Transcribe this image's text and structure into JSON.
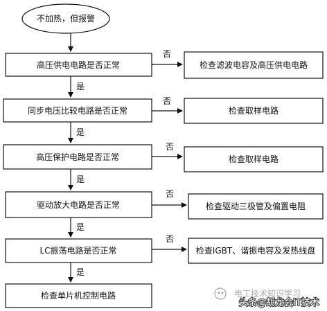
{
  "start": {
    "label": "不加热，但报警"
  },
  "checks": [
    {
      "label": "高压供电电路是否正常",
      "no_label": "否",
      "fix_label": "检查滤波电容及高压供电电路",
      "yes_label": "是"
    },
    {
      "label": "同步电压比较电路是否正常",
      "no_label": "否",
      "fix_label": "检查取样电路",
      "yes_label": "是"
    },
    {
      "label": "高压保护电路是否正常",
      "no_label": "否",
      "fix_label": "检查取样电路",
      "yes_label": "是"
    },
    {
      "label": "驱动放大电路是否正常",
      "no_label": "否",
      "fix_label": "检查驱动三极管及偏置电阻",
      "yes_label": "是"
    },
    {
      "label": "LC振荡电路是否正常",
      "no_label": "否",
      "fix_label": "检查IGBT、谐振电容及发热线盘",
      "yes_label": "是"
    }
  ],
  "end": {
    "label": "检查单片机控制电路"
  },
  "watermark": {
    "primary": "头条@胡龙会IT技术",
    "secondary": "电工技术知识学习"
  }
}
